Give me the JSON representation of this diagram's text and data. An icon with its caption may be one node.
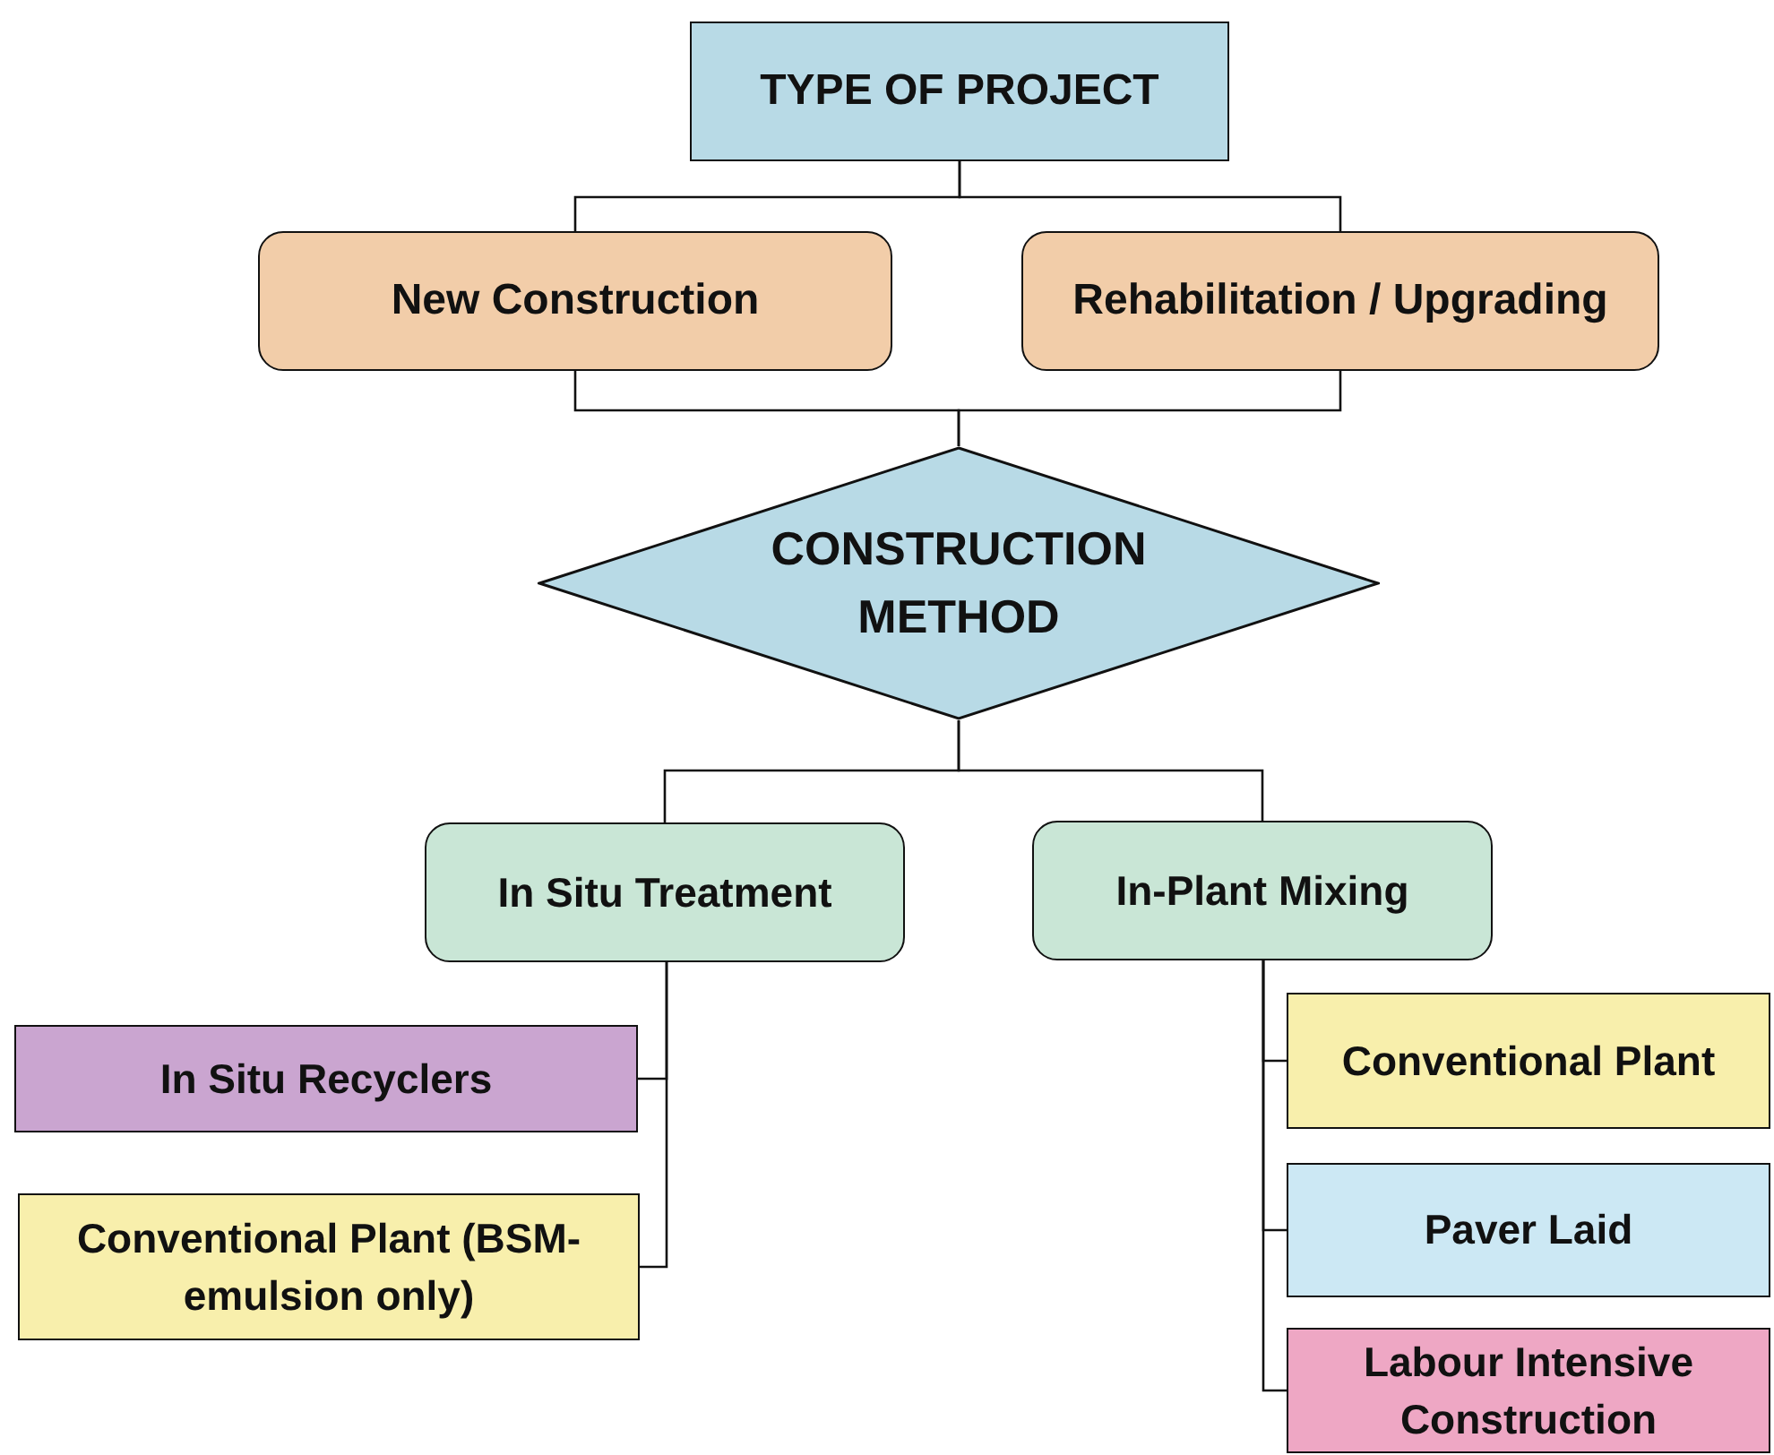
{
  "diagram": {
    "nodes": [
      {
        "text": [
          "TYPE OF PROJECT"
        ]
      },
      {
        "text": [
          "New Construction"
        ]
      },
      {
        "text": [
          "Rehabilitation / Upgrading"
        ]
      },
      {
        "text": [
          "CONSTRUCTION METHOD"
        ]
      },
      {
        "text": [
          "In Situ Treatment"
        ]
      },
      {
        "text": [
          "In-Plant Mixing"
        ]
      },
      {
        "text": [
          "In Situ Recyclers"
        ]
      },
      {
        "text": [
          "Conventional Plant (BSM-emulsion only)"
        ]
      },
      {
        "text": [
          "Conventional Plant"
        ]
      },
      {
        "text": [
          "Paver Laid"
        ]
      },
      {
        "text": [
          "Labour Intensive Construction"
        ]
      }
    ],
    "edges": [
      {
        "from": 0,
        "to": 1,
        "arrow": "none"
      },
      {
        "from": 0,
        "to": 2,
        "arrow": "none"
      },
      {
        "from": 1,
        "to": 3,
        "arrow": "none"
      },
      {
        "from": 2,
        "to": 3,
        "arrow": "none"
      },
      {
        "from": 3,
        "to": 4,
        "arrow": "none"
      },
      {
        "from": 3,
        "to": 5,
        "arrow": "none"
      },
      {
        "from": 4,
        "to": 6,
        "arrow": "none"
      },
      {
        "from": 4,
        "to": 7,
        "arrow": "none"
      },
      {
        "from": 5,
        "to": 8,
        "arrow": "none"
      },
      {
        "from": 5,
        "to": 9,
        "arrow": "none"
      },
      {
        "from": 5,
        "to": 10,
        "arrow": "none"
      }
    ]
  }
}
